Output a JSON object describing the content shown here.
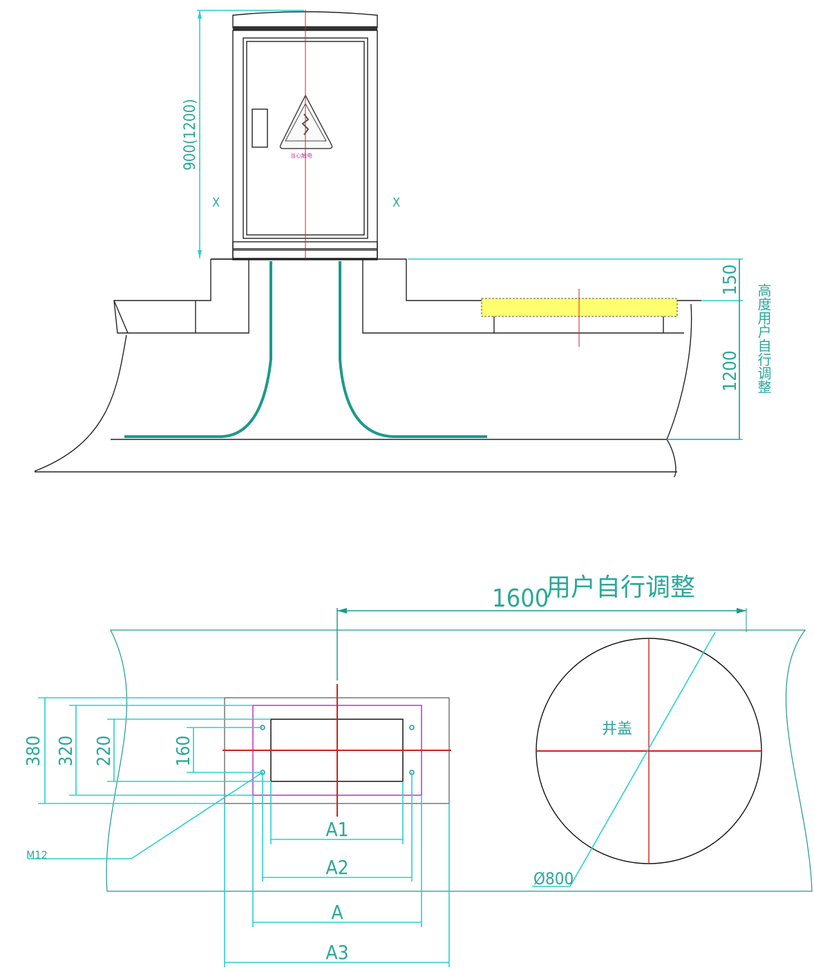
{
  "elevation": {
    "cabinet_height_label": "900(1200)",
    "section_mark_left": "X",
    "section_mark_right": "X",
    "base_height_label": "150",
    "depth_label": "1200",
    "depth_note": "高度用户自行调整",
    "warning_sign_text": "当心触电"
  },
  "plan": {
    "offset_label": "1600",
    "offset_note": "用户自行调整",
    "manhole_label": "井盖",
    "manhole_diameter_label": "Ø800",
    "bolt_label": "M12",
    "vertical_dims": [
      "380",
      "320",
      "220",
      "160"
    ],
    "horizontal_dims": [
      "A1",
      "A2",
      "A",
      "A3"
    ]
  },
  "colors": {
    "dimension": "#27d0d0",
    "cable": "#1a9a8c",
    "centerline": "#d02020",
    "frame": "#c040c0"
  }
}
